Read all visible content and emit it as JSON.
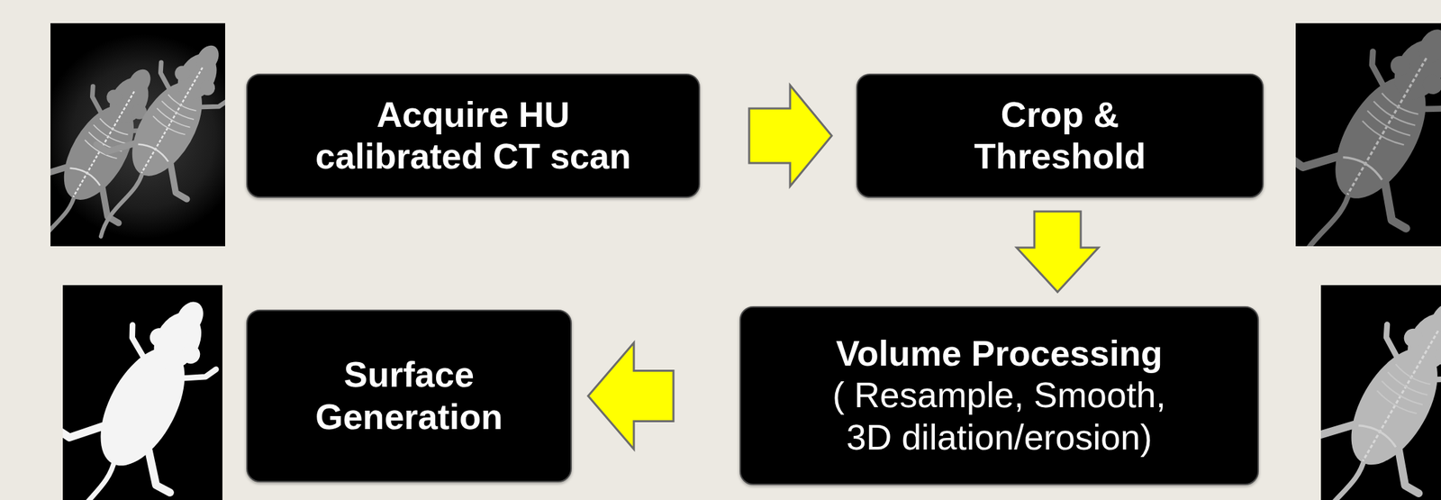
{
  "diagram": {
    "nodes": [
      {
        "text": [
          "Acquire HU calibrated CT scan"
        ]
      },
      {
        "text": [
          "Crop & Threshold"
        ]
      },
      {
        "text": [
          "Volume Processing",
          "( Resample, Smooth, 3D dilation/erosion)"
        ]
      },
      {
        "text": [
          "Surface Generation"
        ]
      }
    ],
    "edges": [
      {
        "from": 0,
        "to": 1,
        "arrow": "to"
      },
      {
        "from": 1,
        "to": 2,
        "arrow": "to"
      },
      {
        "from": 2,
        "to": 3,
        "arrow": "to"
      }
    ]
  }
}
